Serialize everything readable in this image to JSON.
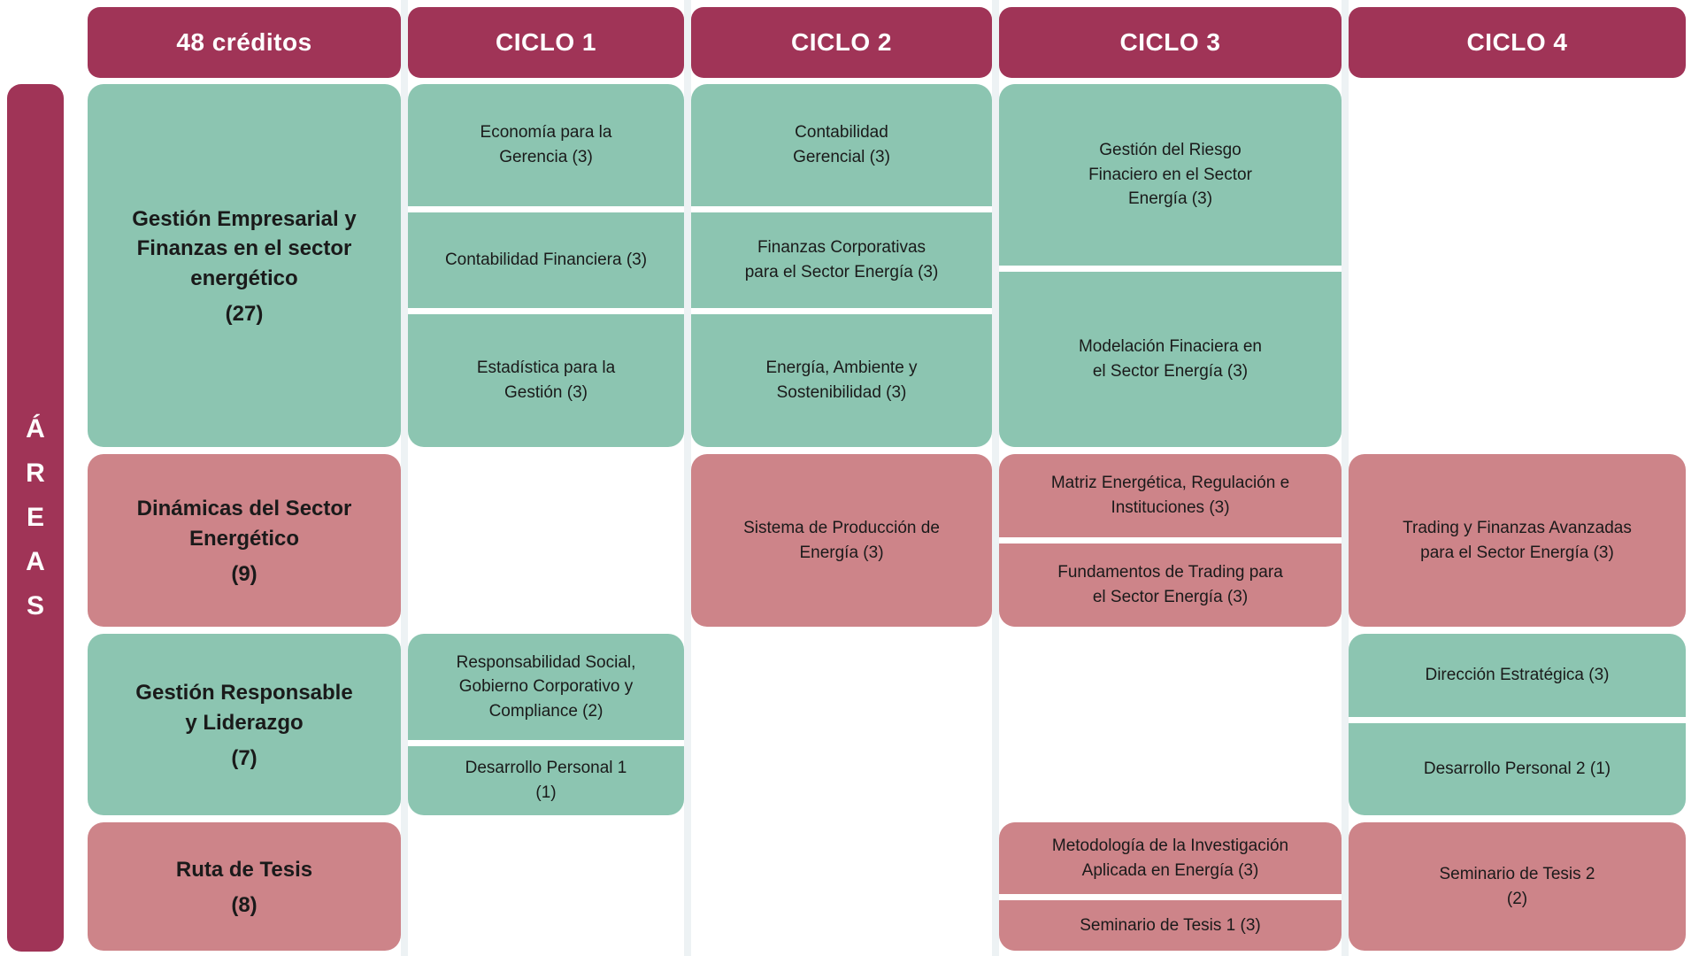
{
  "palette": {
    "maroon": "#a03457",
    "green": "#8cc5b1",
    "pink": "#cd8489",
    "text_dark": "#1a1a1a",
    "column_separator": "#edf2f4"
  },
  "sidebar": {
    "letters": [
      "Á",
      "R",
      "E",
      "A",
      "S"
    ]
  },
  "header": {
    "credits_label": "48 créditos",
    "cycles": [
      "CICLO 1",
      "CICLO 2",
      "CICLO 3",
      "CICLO 4"
    ]
  },
  "areas": [
    {
      "title": "Gestión Empresarial y\nFinanzas en el sector\nenergético",
      "credits": "(27)",
      "tone": "green"
    },
    {
      "title": "Dinámicas del Sector\nEnergético",
      "credits": "(9)",
      "tone": "pink"
    },
    {
      "title": "Gestión Responsable\ny Liderazgo",
      "credits": "(7)",
      "tone": "green"
    },
    {
      "title": "Ruta de Tesis",
      "credits": "(8)",
      "tone": "pink"
    }
  ],
  "courses": {
    "economia_gerencia": "Economía para la\nGerencia (3)",
    "contabilidad_financiera": "Contabilidad Financiera (3)",
    "estadistica_gestion": "Estadística para la\nGestión (3)",
    "contabilidad_gerencial": "Contabilidad\nGerencial (3)",
    "finanzas_corporativas": "Finanzas Corporativas\npara el Sector Energía (3)",
    "energia_ambiente": "Energía, Ambiente y\nSostenibilidad (3)",
    "gestion_riesgo": "Gestión del Riesgo\nFinaciero en el Sector\nEnergía (3)",
    "modelacion_financiera": "Modelación Finaciera en\nel Sector Energía (3)",
    "sistema_produccion": "Sistema de Producción de\nEnergía (3)",
    "matriz_energetica": "Matriz Energética, Regulación e\nInstituciones (3)",
    "fundamentos_trading": "Fundamentos de Trading para\nel Sector Energía (3)",
    "trading_finanzas": "Trading y Finanzas Avanzadas\npara el Sector Energía (3)",
    "responsabilidad_social": "Responsabilidad Social,\nGobierno Corporativo y\nCompliance (2)",
    "desarrollo_personal_1": "Desarrollo Personal 1\n(1)",
    "direccion_estrategica": "Dirección Estratégica (3)",
    "desarrollo_personal_2": "Desarrollo Personal 2 (1)",
    "metodologia_investigacion": "Metodología de la Investigación\nAplicada en Energía (3)",
    "seminario_tesis_1": "Seminario de Tesis 1 (3)",
    "seminario_tesis_2": "Seminario de Tesis 2\n(2)"
  }
}
